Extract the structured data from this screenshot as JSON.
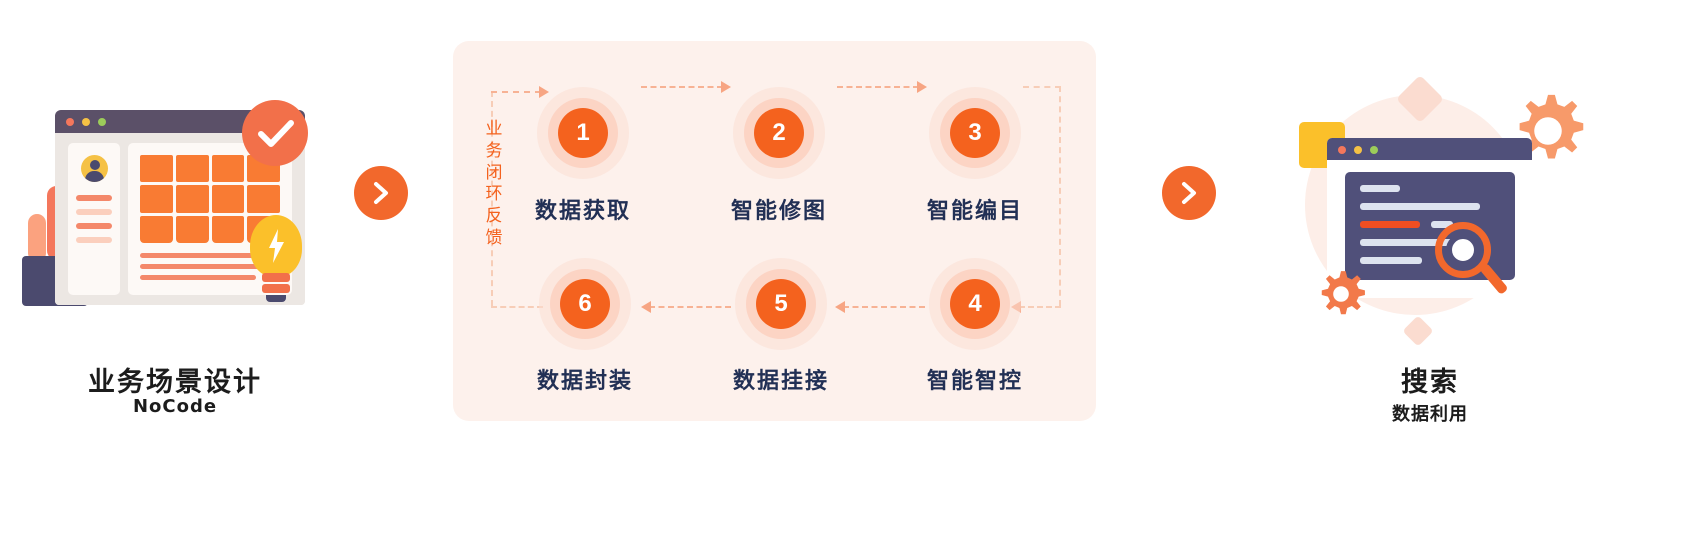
{
  "left": {
    "title": "业务场景设计",
    "subtitle": "NoCode",
    "illustration": "browser-window-grid-illustration"
  },
  "arrows": {
    "first_label": "chevron-right",
    "second_label": "chevron-right"
  },
  "center": {
    "loop_label": "业务闭环反馈",
    "loop_label_chars": [
      "业",
      "务",
      "闭",
      "环",
      "反",
      "馈"
    ],
    "steps": [
      {
        "number": "1",
        "label": "数据获取"
      },
      {
        "number": "2",
        "label": "智能修图"
      },
      {
        "number": "3",
        "label": "智能编目"
      },
      {
        "number": "4",
        "label": "智能智控"
      },
      {
        "number": "5",
        "label": "数据挂接"
      },
      {
        "number": "6",
        "label": "数据封装"
      }
    ]
  },
  "right": {
    "title": "搜索",
    "subtitle": "数据利用",
    "illustration": "search-code-window-illustration"
  },
  "colors": {
    "accent_orange": "#f4621e",
    "chip_orange": "#f2682c",
    "grid_orange": "#f97b33",
    "panel_bg": "#fdf1ec",
    "navy": "#50507a",
    "dark_purple": "#5b5068",
    "yellow": "#fbc02a",
    "label_navy": "#223055",
    "dash": "#f7b294"
  }
}
